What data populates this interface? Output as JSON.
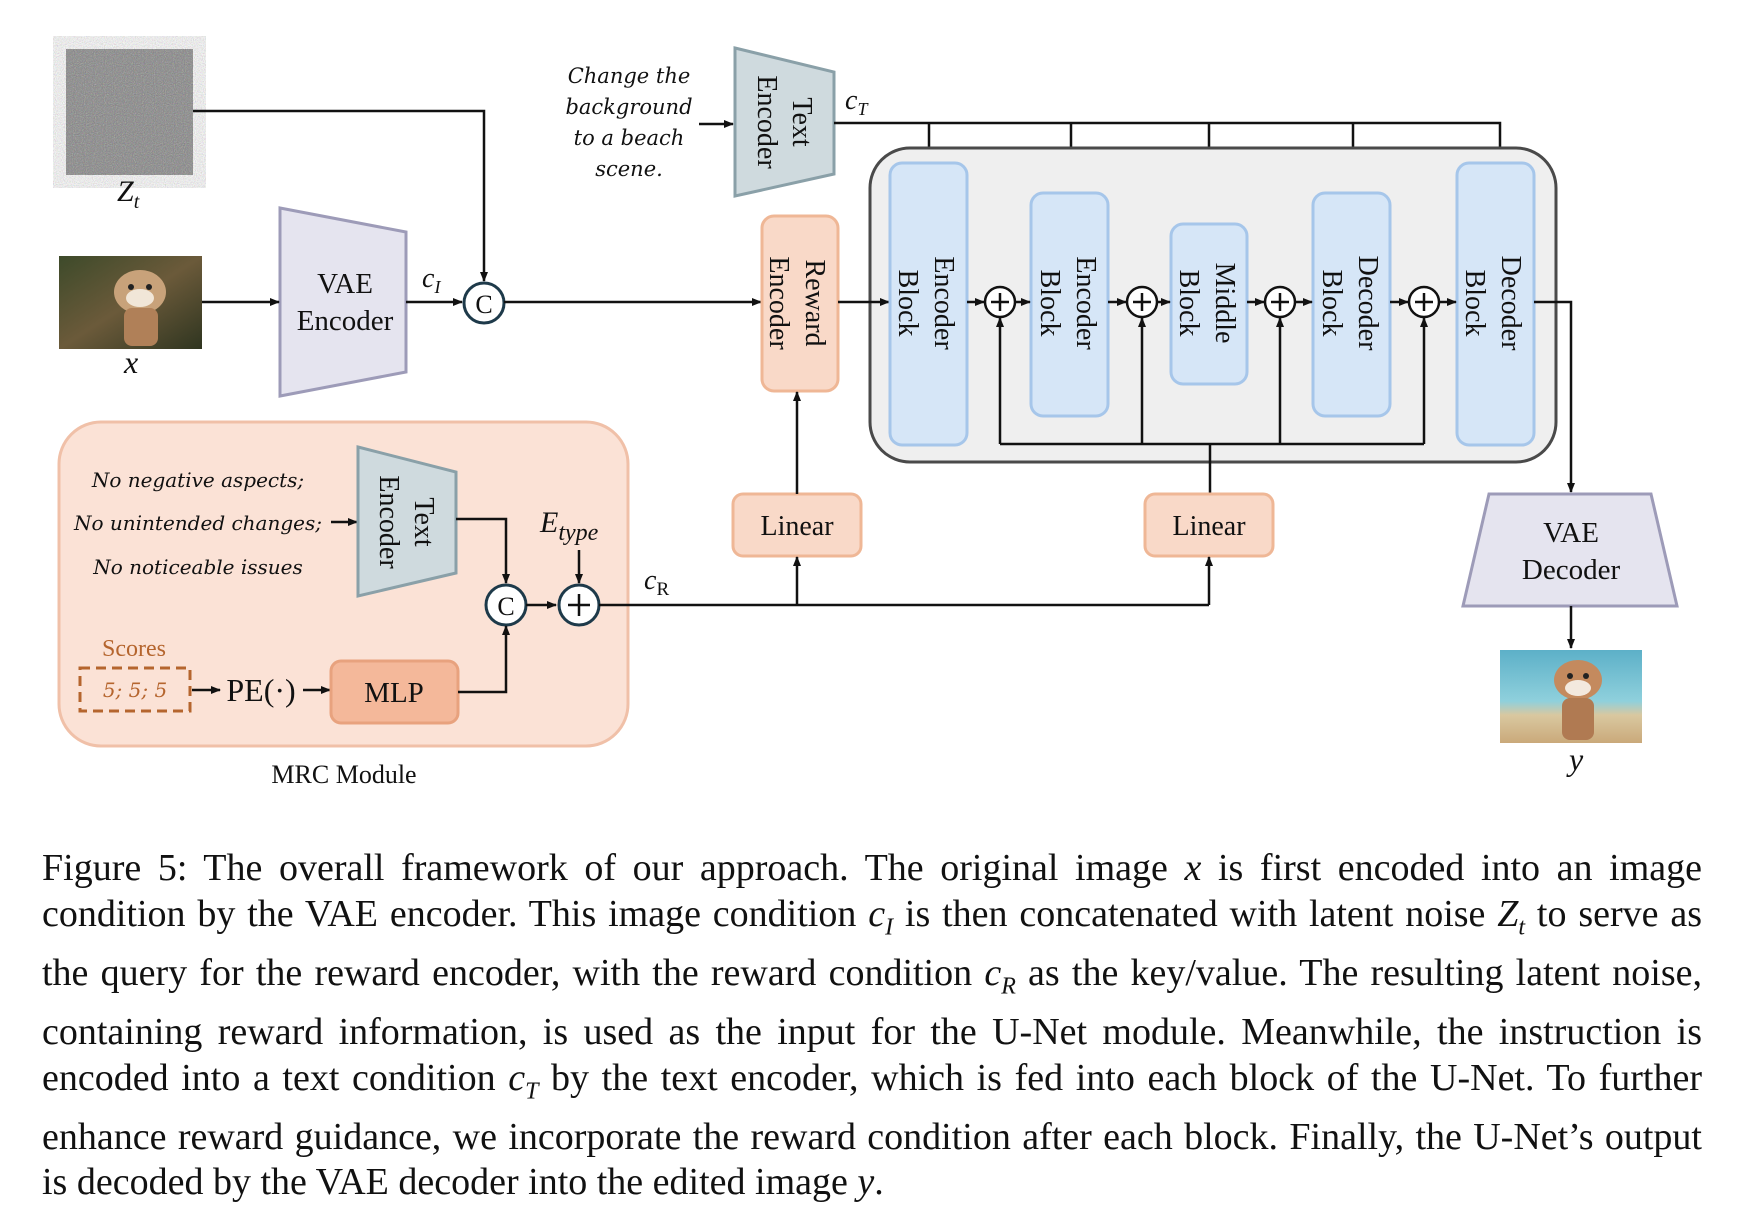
{
  "labels": {
    "zt": "Z",
    "zt_sub": "t",
    "x": "x",
    "y": "y",
    "vae_encoder_l1": "VAE",
    "vae_encoder_l2": "Encoder",
    "vae_decoder_l1": "VAE",
    "vae_decoder_l2": "Decoder",
    "ci": "c",
    "ci_sub": "I",
    "ct": "c",
    "ct_sub": "T",
    "cr": "c",
    "cr_sub": "R",
    "concat": "C",
    "text_encoder_l1": "Text",
    "text_encoder_l2": "Encoder",
    "reward_encoder_l1": "Reward",
    "reward_encoder_l2": "Encoder",
    "instruction": [
      "Change the",
      "background",
      "to a beach",
      "scene."
    ],
    "blocks": [
      {
        "l1": "Encoder",
        "l2": "Block"
      },
      {
        "l1": "Encoder",
        "l2": "Block"
      },
      {
        "l1": "Middle",
        "l2": "Block"
      },
      {
        "l1": "Decoder",
        "l2": "Block"
      },
      {
        "l1": "Decoder",
        "l2": "Block"
      }
    ],
    "linear": "Linear",
    "mrc_prompts": [
      "No negative aspects;",
      "No unintended changes;",
      "No noticeable issues"
    ],
    "mrc_text_encoder_l1": "Text",
    "mrc_text_encoder_l2": "Encoder",
    "etype": "E",
    "etype_sub": "type",
    "scores_label": "Scores",
    "scores_value": "5; 5; 5",
    "pe": "PE(·)",
    "mlp": "MLP",
    "mrc_module": "MRC Module"
  },
  "caption": [
    "Figure 5: The overall framework of our approach. The original image ",
    "x",
    " is first encoded into an image condition by the VAE encoder. This image condition ",
    "c",
    "I",
    " is then concatenated with latent noise ",
    "Z",
    "t",
    " to serve as the query for the reward encoder, with the reward condition ",
    "c",
    "R",
    " as the key/value. The resulting latent noise, containing reward information, is used as the input for the U-Net module. Meanwhile, the instruction is encoded into a text condition ",
    "c",
    "T",
    " by the text encoder, which is fed into each block of the U-Net. To further enhance reward guidance, we incorporate the reward condition after each block. Finally, the U-Net’s output is decoded by the VAE decoder into the edited image ",
    "y",
    "."
  ]
}
